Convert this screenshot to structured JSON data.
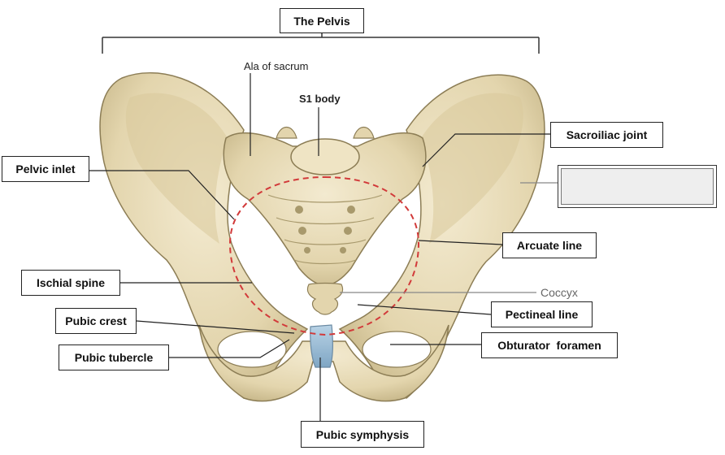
{
  "title": "The Pelvis",
  "labels": {
    "ala_of_sacrum": "Ala of sacrum",
    "s1_body": "S1 body",
    "sacroiliac_joint": "Sacroiliac joint",
    "pelvic_inlet": "Pelvic inlet",
    "arcuate_line": "Arcuate line",
    "ischial_spine": "Ischial spine",
    "coccyx": "Coccyx",
    "pubic_crest": "Pubic crest",
    "pectineal_line": "Pectineal line",
    "pubic_tubercle": "Pubic tubercle",
    "obturator_foramen": "Obturator  foramen",
    "pubic_symphysis": "Pubic symphysis"
  },
  "colors": {
    "bone": "#e8dcb8",
    "bone_shadow": "#c9b98c",
    "bone_outline": "#8c7d55",
    "symphysis": "#9fbfd6",
    "inlet_dash": "#d23a3a",
    "leader": "#222222"
  }
}
